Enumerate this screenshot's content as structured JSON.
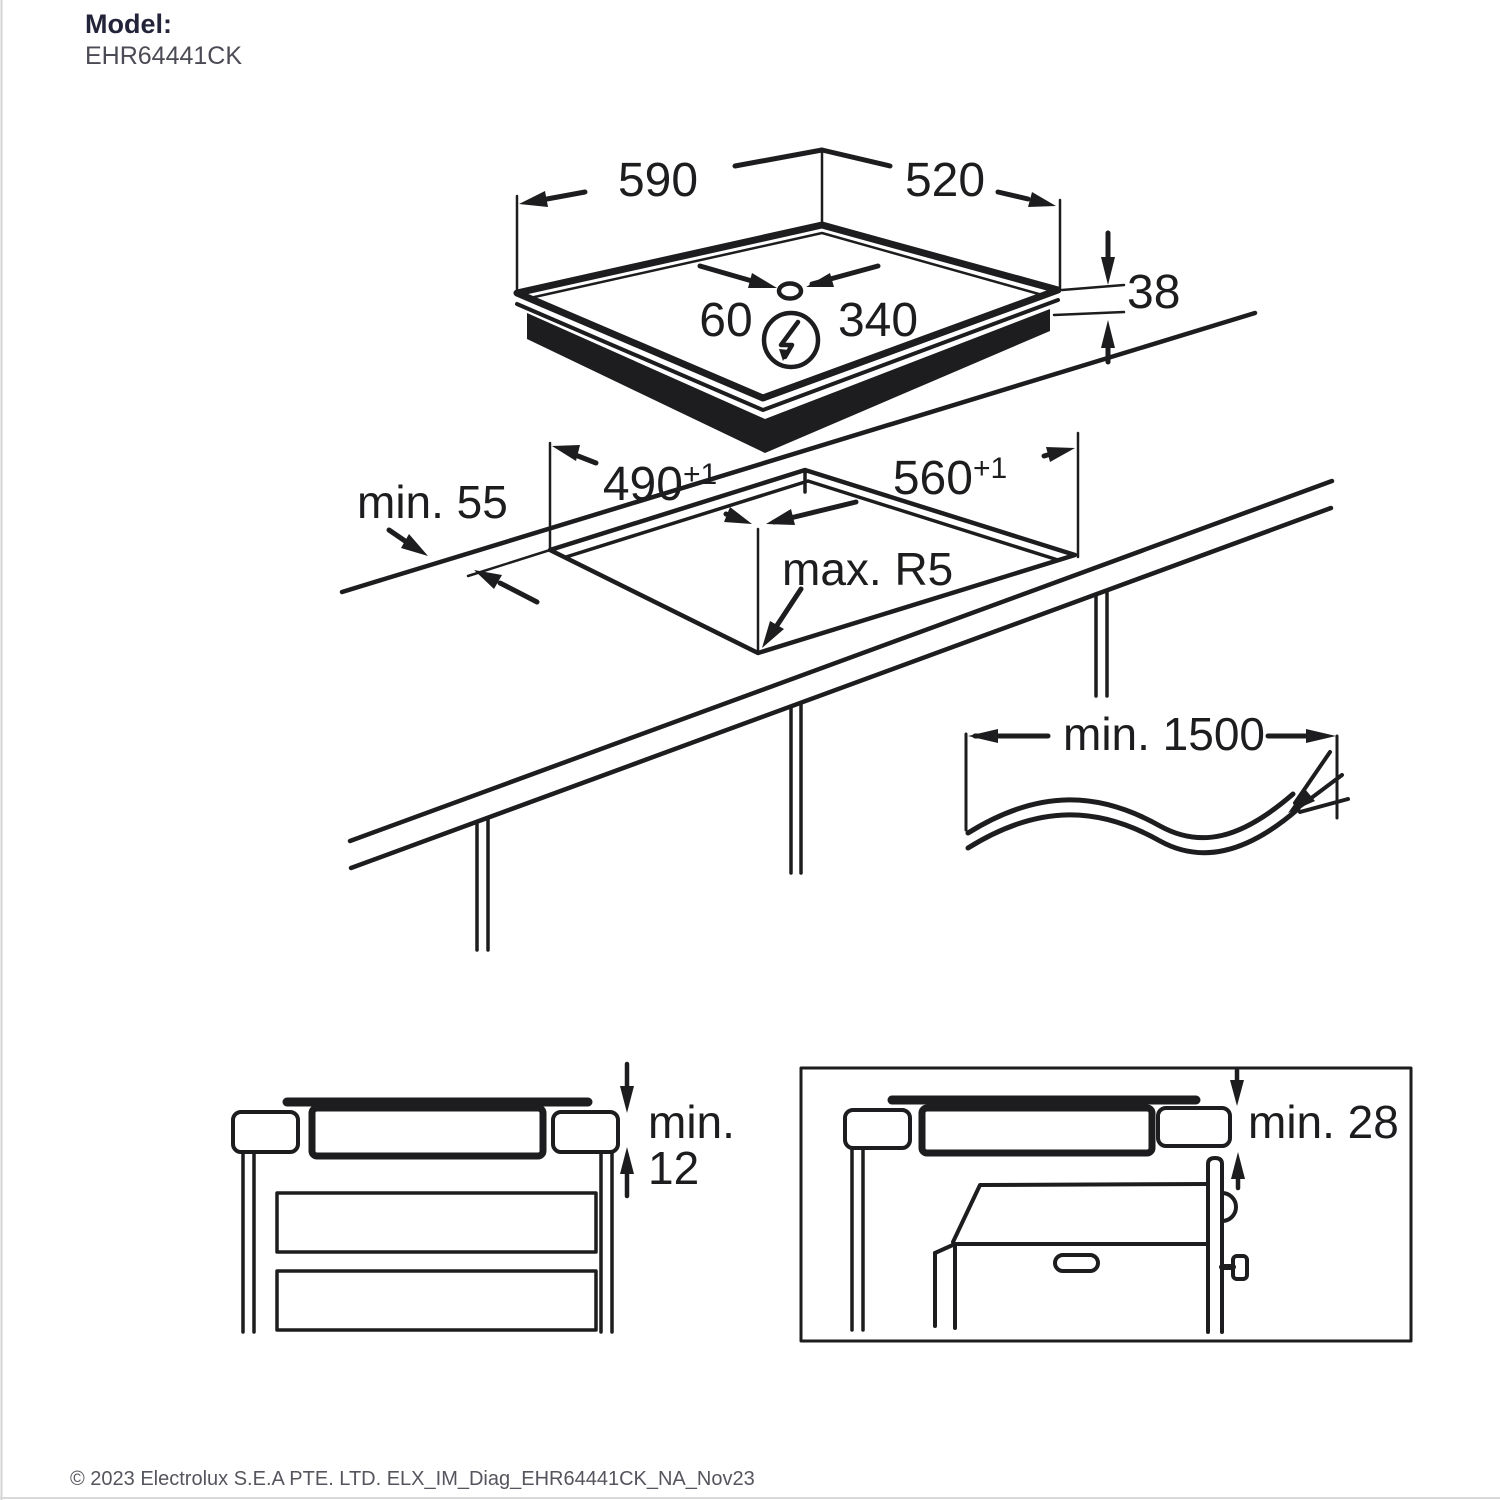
{
  "page": {
    "background": "#ffffff",
    "line_color": "#1d1d1f"
  },
  "header": {
    "model_label": "Model:",
    "model_number": "EHR64441CK"
  },
  "hob_diagram": {
    "width_mm": "590",
    "depth_mm": "520",
    "height_mm": "38",
    "cable_left_offset_mm": "60",
    "cable_right_offset_mm": "340"
  },
  "cutout_diagram": {
    "cutout_depth_mm": "490",
    "cutout_depth_tol": "+1",
    "cutout_width_mm": "560",
    "cutout_width_tol": "+1",
    "edge_clearance": "min. 55",
    "corner_radius": "max. R5"
  },
  "cable_diagram": {
    "cable_length": "min. 1500"
  },
  "worktop_section_diagram": {
    "clearance_word": "min.",
    "clearance_value": "12"
  },
  "oven_box_diagram": {
    "clearance": "min. 28"
  },
  "footer": {
    "copyright_line": "© 2023 Electrolux S.E.A PTE. LTD.  ELX_IM_Diag_EHR64441CK_NA_Nov23"
  }
}
